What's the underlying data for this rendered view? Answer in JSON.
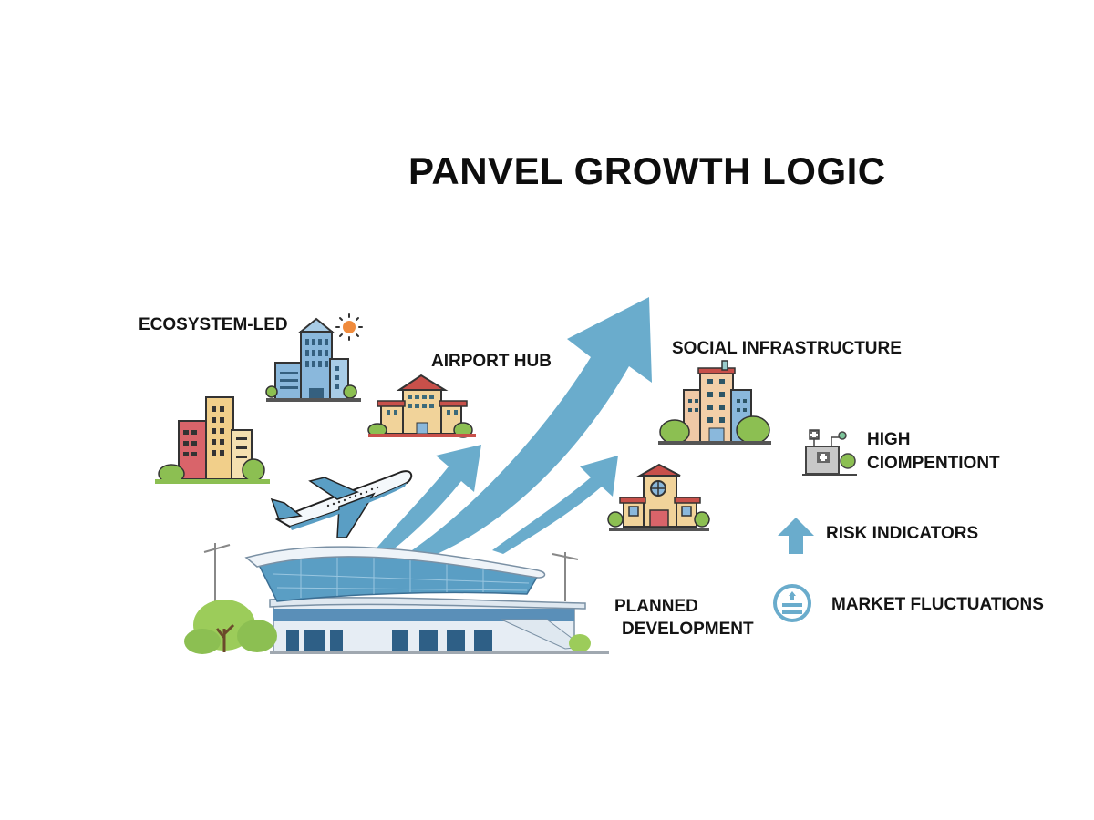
{
  "title": "PANVEL GROWTH LOGIC",
  "labels": {
    "ecosystem": "ECOSYSTEM-LED",
    "airport_hub": "AIRPORT HUB",
    "social_infra": "SOCIAL INFRASTRUCTURE",
    "high_line1": "HIGH",
    "high_line2": "CIOMPENTIONT",
    "risk": "RISK INDICATORS",
    "market": "MARKET FLUCTUATIONS",
    "planned_line1": "PLANNED",
    "planned_line2": "DEVELOPMENT"
  },
  "icons": {
    "main_arrow": "growth-arrow-icon",
    "risk": "up-arrow-icon",
    "market": "circle-equal-icon",
    "high": "hospital-icon",
    "sun": "sun-icon",
    "plane": "airplane-icon",
    "terminal": "airport-terminal-icon"
  },
  "colors": {
    "arrow": "#6aaccc",
    "text": "#141414",
    "glass": "#5a9ec4",
    "tree": "#8cbf52"
  }
}
